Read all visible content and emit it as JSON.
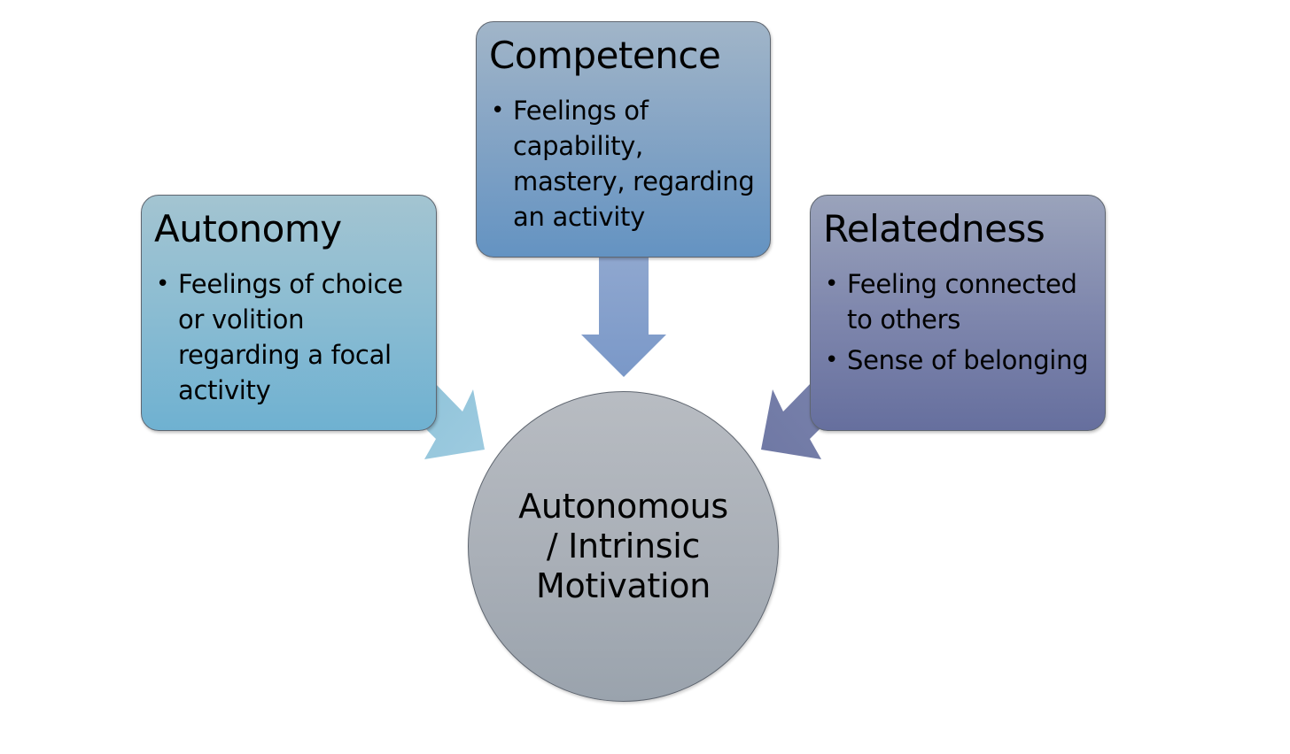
{
  "nodes": {
    "autonomy": {
      "title": "Autonomy",
      "bullets": [
        "Feelings of choice or volition regarding a focal activity"
      ]
    },
    "competence": {
      "title": "Competence",
      "bullets": [
        "Feelings of capability, mastery, regarding an activity"
      ]
    },
    "relatedness": {
      "title": "Relatedness",
      "bullets": [
        "Feeling connected to others",
        "Sense of belonging"
      ]
    }
  },
  "center": {
    "label": "Autonomous / Intrinsic Motivation"
  },
  "colors": {
    "autonomy": "#7fb8d2",
    "competence": "#7a9dc5",
    "relatedness": "#747ca6",
    "center": "#a9afb7",
    "border": "#5f6670"
  }
}
